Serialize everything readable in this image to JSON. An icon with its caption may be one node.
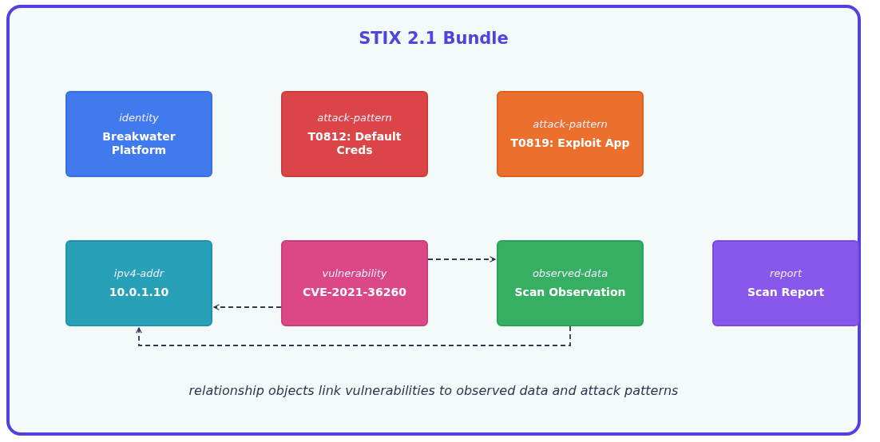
{
  "diagram": {
    "nodes": [
      {
        "text": [
          "STIX 2.1 Bundle",
          "relationship objects link vulnerabilities to observed data and attack patterns"
        ]
      },
      {
        "text": [
          "identity",
          "Breakwater Platform"
        ],
        "in": 0
      },
      {
        "text": [
          "attack-pattern",
          "T0812: Default Creds"
        ],
        "in": 0
      },
      {
        "text": [
          "attack-pattern",
          "T0819: Exploit App"
        ],
        "in": 0
      },
      {
        "text": [
          "ipv4-addr",
          "10.0.1.10"
        ],
        "in": 0
      },
      {
        "text": [
          "vulnerability",
          "CVE-2021-36260"
        ],
        "in": 0
      },
      {
        "text": [
          "observed-data",
          "Scan Observation"
        ],
        "in": 0
      },
      {
        "text": [
          "report",
          "Scan Report"
        ],
        "in": 0
      }
    ],
    "edges": [
      {
        "from": 5,
        "to": 6,
        "arrow": "to",
        "style": "dashed"
      },
      {
        "from": 6,
        "to": 4,
        "arrow": "to",
        "style": "dashed"
      },
      {
        "from": 5,
        "to": 4,
        "arrow": "to",
        "style": "dashed"
      }
    ]
  }
}
